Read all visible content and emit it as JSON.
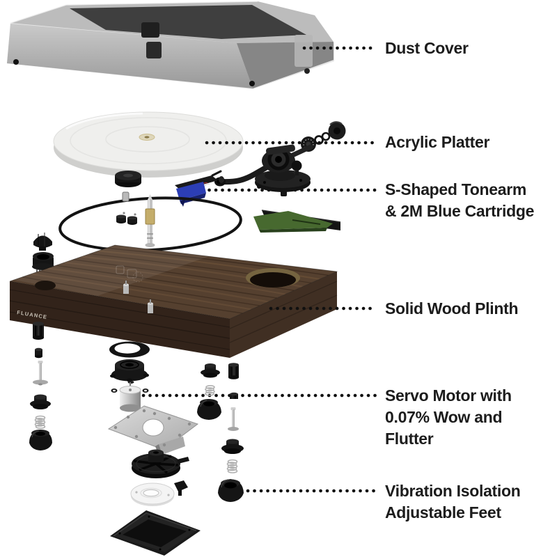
{
  "plinth_logo": "FLUANCE",
  "callouts": [
    {
      "name": "dust-cover",
      "lines": [
        "Dust Cover"
      ]
    },
    {
      "name": "acrylic-platter",
      "lines": [
        "Acrylic Platter"
      ]
    },
    {
      "name": "tonearm-cartridge",
      "lines": [
        "S-Shaped Tonearm",
        "& 2M Blue Cartridge"
      ]
    },
    {
      "name": "wood-plinth",
      "lines": [
        "Solid Wood Plinth"
      ]
    },
    {
      "name": "servo-motor",
      "lines": [
        "Servo Motor with",
        "0.07% Wow and",
        "Flutter"
      ]
    },
    {
      "name": "isolation-feet",
      "lines": [
        "Vibration Isolation",
        "Adjustable Feet"
      ]
    }
  ],
  "colors": {
    "background": "#ffffff",
    "label_text": "#1c1c1c",
    "leader_dots": "#101010",
    "cartridge_blue": "#2c3eb5",
    "pcb_green": "#47692f",
    "wood_top": "#55402f",
    "wood_front": "#32231a",
    "wood_right": "#402f23",
    "platter_white": "#efefed",
    "spindle_brass": "#c4ad6b",
    "metal_silver": "#c9c9c9",
    "part_black": "#161616"
  }
}
